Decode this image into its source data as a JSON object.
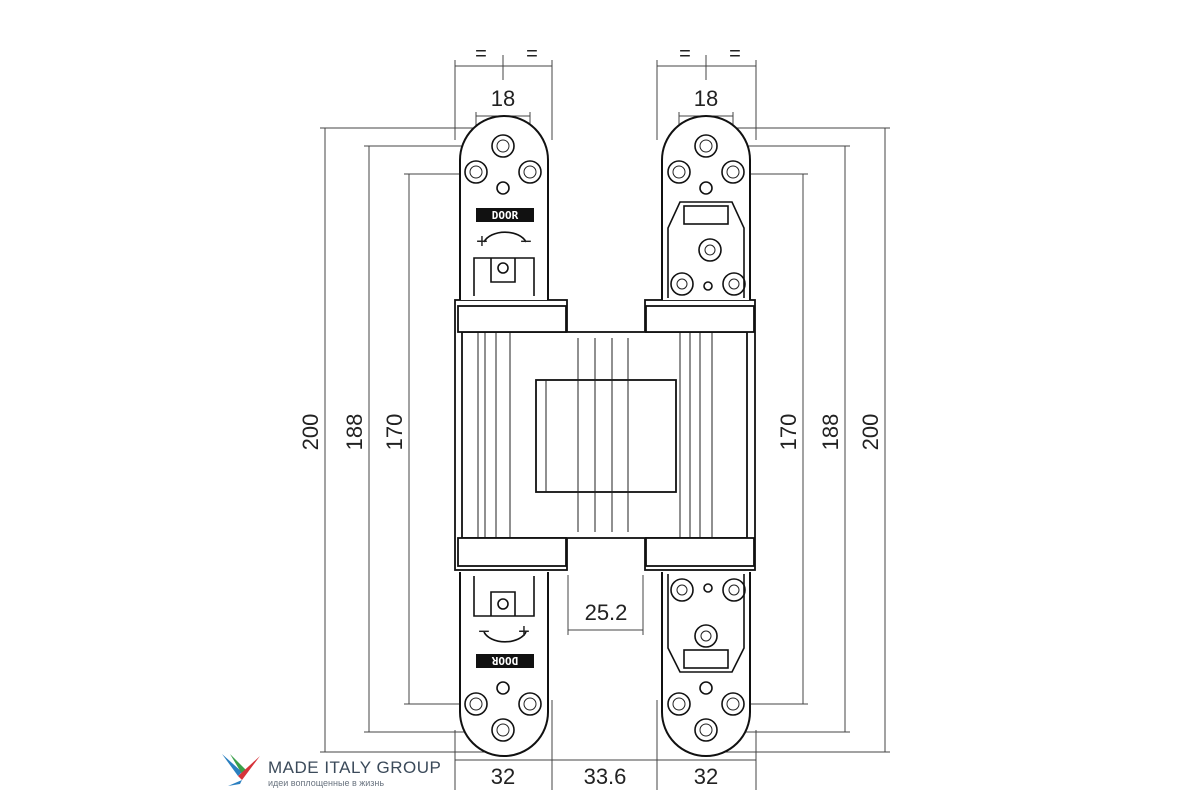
{
  "dimensions": {
    "height_outer": "200",
    "height_mid": "188",
    "height_inner": "170",
    "hole_spacing": "18",
    "equal": "=",
    "plate_width": "32",
    "body_width": "33.6",
    "offset": "25.2"
  },
  "plate_labels": {
    "door": "DOOR",
    "plus": "+",
    "minus": "−"
  },
  "logo": {
    "name": "MADE ITALY GROUP",
    "tagline": "идеи воплощенные в жизнь"
  }
}
